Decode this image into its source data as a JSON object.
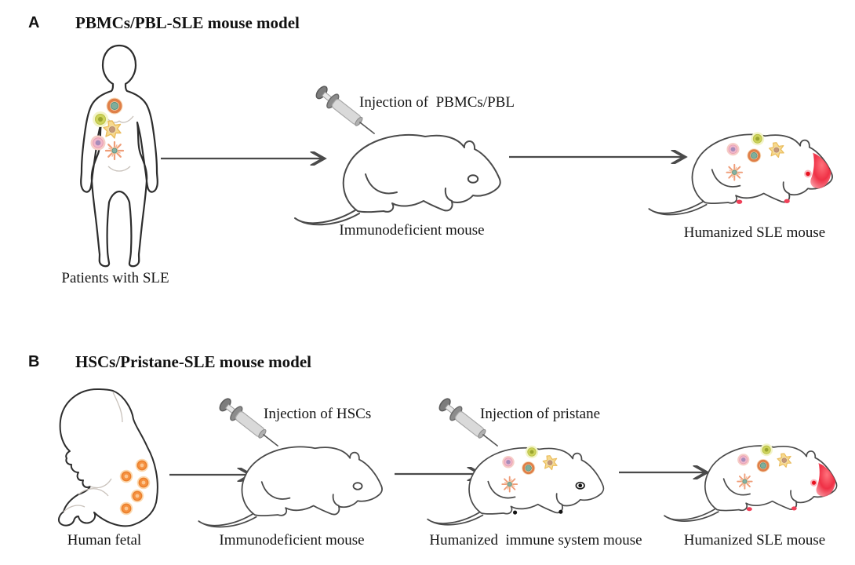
{
  "figure": {
    "panels": {
      "a": {
        "label": "A",
        "title": "PBMCs/PBL-SLE mouse model",
        "steps": {
          "source_caption": "Patients with SLE",
          "injection_label": "Injection of  PBMCs/PBL",
          "recipient_caption": "Immunodeficient mouse",
          "result_caption": "Humanized SLE mouse"
        }
      },
      "b": {
        "label": "B",
        "title": "HSCs/Pristane-SLE mouse model",
        "steps": {
          "source_caption": "Human fetal",
          "injection1_label": "Injection of HSCs",
          "recipient_caption": "Immunodeficient mouse",
          "injection2_label": "Injection of pristane",
          "intermediate_caption": "Humanized  immune system mouse",
          "result_caption": "Humanized SLE mouse"
        }
      }
    },
    "colors": {
      "background": "#ffffff",
      "outline": "#3f3f3f",
      "arrow": "#4a4a4a",
      "sle_rash_red": "#ee2236",
      "syringe_gray": "#d9d9d9",
      "hsc_orange": "#f08a3c",
      "monocyte_orange": "#df7f48",
      "cell_teal": "#7fae9c",
      "lymphocyte_green": "#cdd35c",
      "b_cell_yellow": "#f2cd7f",
      "cell_pink": "#f0b7cb",
      "cell_purple": "#a78cba"
    },
    "icons": {
      "human": "human-silhouette-icon",
      "fetus": "human-fetus-icon",
      "mouse": "mouse-icon",
      "syringe": "syringe-icon",
      "arrow": "arrow-right-icon",
      "cells": [
        "monocyte-cell-icon",
        "lymphocyte-cell-icon",
        "b-cell-icon",
        "plasma-cell-icon",
        "dendritic-cell-icon",
        "hsc-cell-icon"
      ]
    }
  }
}
